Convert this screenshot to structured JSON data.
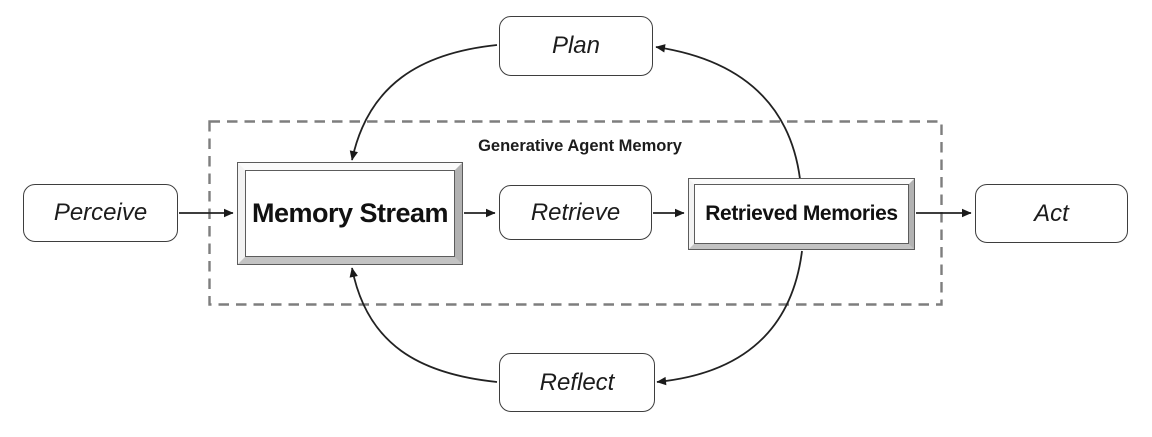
{
  "diagram": {
    "container_label": "Generative Agent Memory",
    "nodes": {
      "perceive": "Perceive",
      "memory_stream": "Memory Stream",
      "retrieve": "Retrieve",
      "retrieved_memories": "Retrieved Memories",
      "act": "Act",
      "plan": "Plan",
      "reflect": "Reflect"
    },
    "edges": [
      {
        "from": "Perceive",
        "to": "Memory Stream",
        "style": "straight-arrow"
      },
      {
        "from": "Memory Stream",
        "to": "Retrieve",
        "style": "straight-arrow"
      },
      {
        "from": "Retrieve",
        "to": "Retrieved Memories",
        "style": "straight-arrow"
      },
      {
        "from": "Retrieved Memories",
        "to": "Act",
        "style": "straight-arrow"
      },
      {
        "from": "Retrieved Memories",
        "to": "Plan",
        "style": "curved-arrow"
      },
      {
        "from": "Plan",
        "to": "Memory Stream",
        "style": "curved-arrow"
      },
      {
        "from": "Retrieved Memories",
        "to": "Reflect",
        "style": "curved-arrow"
      },
      {
        "from": "Reflect",
        "to": "Memory Stream",
        "style": "curved-arrow"
      }
    ],
    "colors": {
      "background": "#ffffff",
      "line": "#222222",
      "dashed_border": "#7e7e7e",
      "node_border": "#3e3e3e",
      "bevel_light": "#fbfbfb",
      "bevel_dark": "#b2b2b2",
      "text": "#1a1a1a"
    }
  }
}
